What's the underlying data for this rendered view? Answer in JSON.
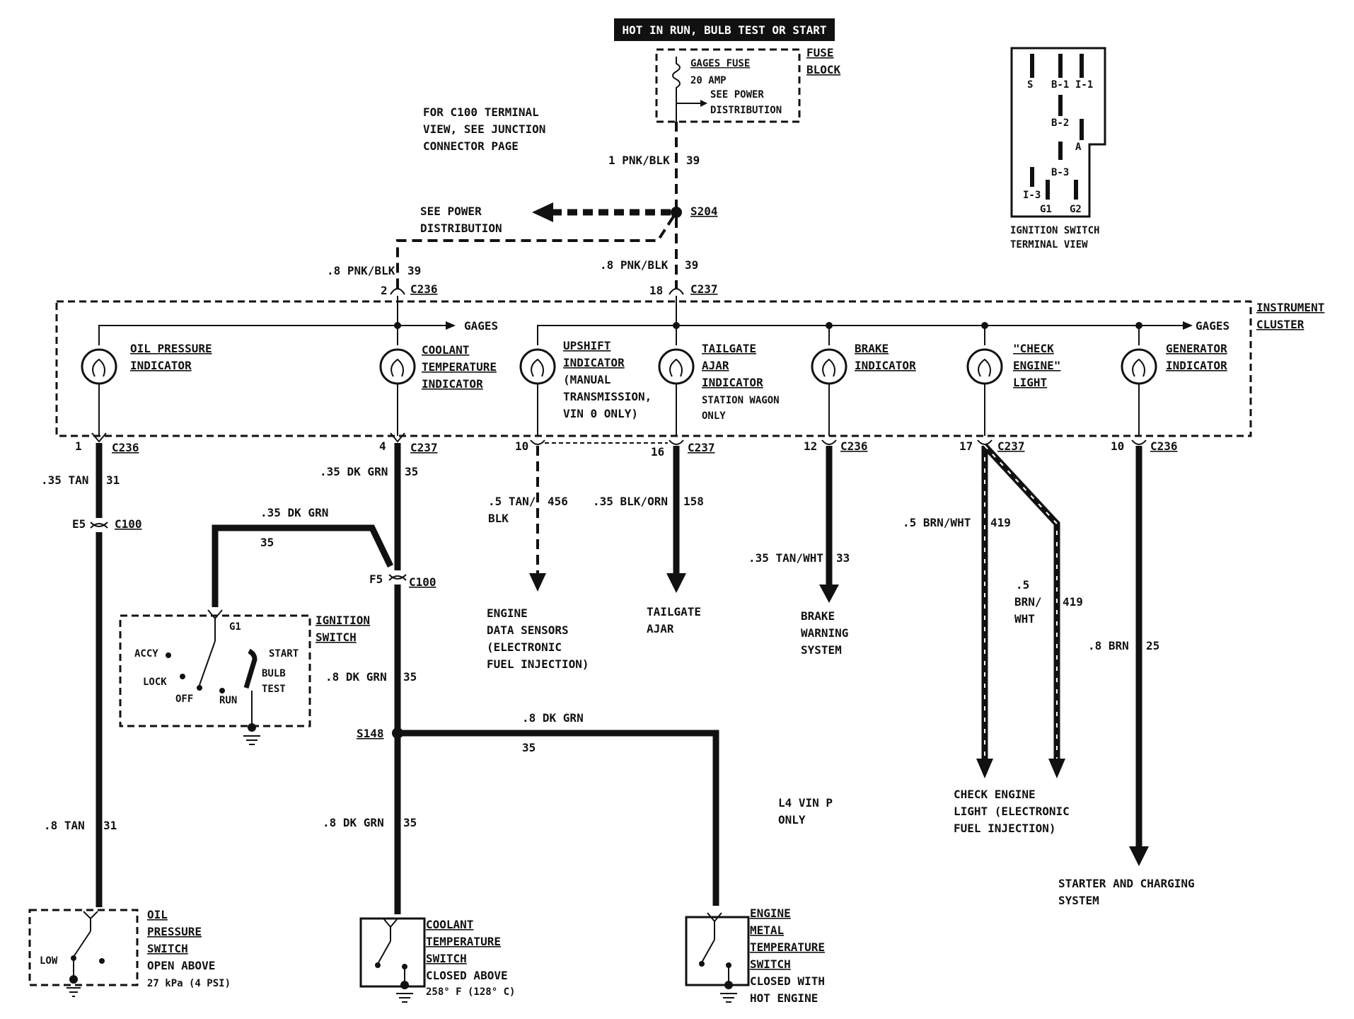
{
  "header": {
    "power_label": "HOT IN RUN, BULB TEST OR START"
  },
  "fuse": {
    "name": "GAGES FUSE",
    "rating": "20 AMP",
    "see_line1": "SEE POWER",
    "see_line2": "DISTRIBUTION",
    "block_line1": "FUSE",
    "block_line2": "BLOCK"
  },
  "note_c100": {
    "line1": "FOR C100 TERMINAL",
    "line2": "VIEW, SEE JUNCTION",
    "line3": "CONNECTOR PAGE"
  },
  "power_dist": {
    "line1": "SEE POWER",
    "line2": "DISTRIBUTION"
  },
  "splices": {
    "s204": "S204",
    "s148": "S148"
  },
  "wires": {
    "w_fuse": {
      "gauge": "1 PNK/BLK",
      "circuit": "39"
    },
    "w_left": {
      "gauge": ".8 PNK/BLK",
      "circuit": "39"
    },
    "w_right": {
      "gauge": ".8 PNK/BLK",
      "circuit": "39"
    },
    "w_oil1": {
      "gauge": ".35 TAN",
      "circuit": "31"
    },
    "w_oil2": {
      "gauge": ".8 TAN",
      "circuit": "31"
    },
    "w_cool1": {
      "gauge": ".35 DK GRN",
      "circuit": "35"
    },
    "w_ign": {
      "gauge": ".35 DK GRN",
      "circuit": "35"
    },
    "w_cool2": {
      "gauge": ".8 DK GRN",
      "circuit": "35"
    },
    "w_metal": {
      "gauge": ".8 DK GRN",
      "circuit": "35"
    },
    "w_cool3": {
      "gauge": ".8 DK GRN",
      "circuit": "35"
    },
    "w_ups_g1": ".5 TAN/",
    "w_ups_g2": "BLK",
    "w_ups_c": "456",
    "w_tail": {
      "gauge": ".35 BLK/ORN",
      "circuit": "158"
    },
    "w_brake": {
      "gauge": ".35 TAN/WHT",
      "circuit": "33"
    },
    "w_chk1": {
      "gauge": ".5 BRN/WHT",
      "circuit": "419"
    },
    "w_chk2_g1": ".5",
    "w_chk2_g2": "BRN/",
    "w_chk2_g3": "WHT",
    "w_chk2_c": "419",
    "w_gen": {
      "gauge": ".8 BRN",
      "circuit": "25"
    }
  },
  "connectors": {
    "top_c236_pin": "2",
    "top_c236": "C236",
    "top_c237_pin": "18",
    "top_c237": "C237",
    "oil_pin": "1",
    "oil_conn": "C236",
    "cool_pin": "4",
    "cool_conn": "C237",
    "ups_pin": "10",
    "tail_pin": "16",
    "tail_conn": "C237",
    "brake_pin": "12",
    "brake_conn": "C236",
    "chk_pin": "17",
    "chk_conn": "C237",
    "gen_pin": "10",
    "gen_conn": "C236",
    "e5_pin": "E5",
    "e5_conn": "C100",
    "f5_pin": "F5",
    "f5_conn": "C100"
  },
  "cluster": {
    "title_line1": "INSTRUMENT",
    "title_line2": "CLUSTER",
    "gages_left": "GAGES",
    "gages_right": "GAGES",
    "oil": {
      "l1": "OIL PRESSURE",
      "l2": "INDICATOR"
    },
    "coolant": {
      "l1": "COOLANT",
      "l2": "TEMPERATURE",
      "l3": "INDICATOR"
    },
    "upshift": {
      "l1": "UPSHIFT",
      "l2": "INDICATOR",
      "l3": "(MANUAL",
      "l4": "TRANSMISSION,",
      "l5": "VIN 0 ONLY)"
    },
    "tailgate": {
      "l1": "TAILGATE",
      "l2": "AJAR",
      "l3": "INDICATOR",
      "l4": "STATION WAGON",
      "l5": "ONLY"
    },
    "brake": {
      "l1": "BRAKE",
      "l2": "INDICATOR"
    },
    "check": {
      "l1": "\"CHECK",
      "l2": "ENGINE\"",
      "l3": "LIGHT"
    },
    "generator": {
      "l1": "GENERATOR",
      "l2": "INDICATOR"
    }
  },
  "destinations": {
    "eds": {
      "l1": "ENGINE",
      "l2": "DATA SENSORS",
      "l3": "(ELECTRONIC",
      "l4": "FUEL INJECTION)"
    },
    "tail": {
      "l1": "TAILGATE",
      "l2": "AJAR"
    },
    "brake": {
      "l1": "BRAKE",
      "l2": "WARNING",
      "l3": "SYSTEM"
    },
    "check": {
      "l1": "CHECK ENGINE",
      "l2": "LIGHT (ELECTRONIC",
      "l3": "FUEL INJECTION)"
    },
    "starter": {
      "l1": "STARTER AND CHARGING",
      "l2": "SYSTEM"
    }
  },
  "ignition": {
    "title1": "IGNITION",
    "title2": "SWITCH",
    "g1": "G1",
    "accy": "ACCY",
    "lock": "LOCK",
    "off": "OFF",
    "run": "RUN",
    "start": "START",
    "bulb": "BULB",
    "test": "TEST"
  },
  "terminal_view": {
    "s": "S",
    "b1": "B-1",
    "i1": "I-1",
    "b2": "B-2",
    "a": "A",
    "b3": "B-3",
    "i3": "I-3",
    "g1": "G1",
    "g2": "G2",
    "cap1": "IGNITION SWITCH",
    "cap2": "TERMINAL VIEW"
  },
  "vin_note": {
    "l1": "L4 VIN P",
    "l2": "ONLY"
  },
  "switches": {
    "oil": {
      "l1": "OIL",
      "l2": "PRESSURE",
      "l3": "SWITCH",
      "l4": "OPEN ABOVE",
      "l5": "27 kPa (4 PSI)",
      "low": "LOW"
    },
    "coolant": {
      "l1": "COOLANT",
      "l2": "TEMPERATURE",
      "l3": "SWITCH",
      "l4": "CLOSED ABOVE",
      "l5": "258° F (128° C)"
    },
    "metal": {
      "l1": "ENGINE",
      "l2": "METAL",
      "l3": "TEMPERATURE",
      "l4": "SWITCH",
      "l5": "CLOSED WITH",
      "l6": "HOT ENGINE"
    }
  }
}
